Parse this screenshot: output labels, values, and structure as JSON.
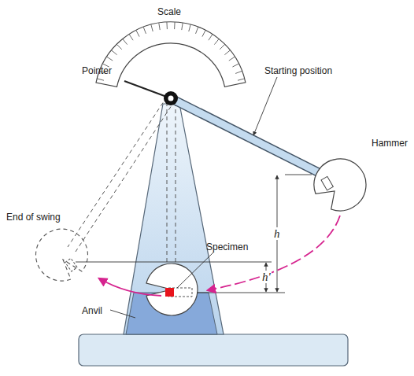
{
  "diagram": {
    "labels": [
      "Scale",
      "Pointer",
      "Starting position",
      "Hammer",
      "End of swing",
      "Specimen",
      "Anvil",
      "h",
      "h'"
    ]
  }
}
